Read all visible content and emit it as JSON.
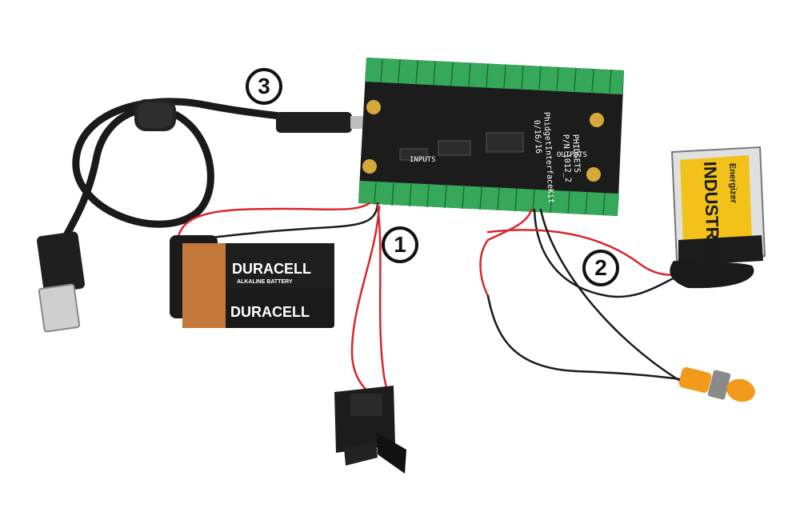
{
  "scene": {
    "description_colors": {
      "pcb": "#1c1c1c",
      "terminal_green": "#36a85a",
      "duracell_copper": "#c2783a",
      "energizer_yellow": "#f2c21a",
      "wire_red": "#d8262c",
      "wire_black": "#1a1a1a",
      "led_amber": "#f29a1c"
    }
  },
  "callouts": [
    {
      "label": "1"
    },
    {
      "label": "2"
    },
    {
      "label": "3"
    }
  ],
  "board": {
    "brand": "PHIDGETS",
    "part": "P/N 1012_2",
    "product": "PhidgetInterfaceKit",
    "model": "0/16/16",
    "inputs_label": "INPUTS",
    "outputs_label": "OUTPUTS"
  },
  "battery_left": {
    "brand": "DURACELL",
    "subtitle": "ALKALINE BATTERY"
  },
  "battery_right": {
    "brand": "INDUSTRIAL",
    "maker": "Energizer"
  }
}
